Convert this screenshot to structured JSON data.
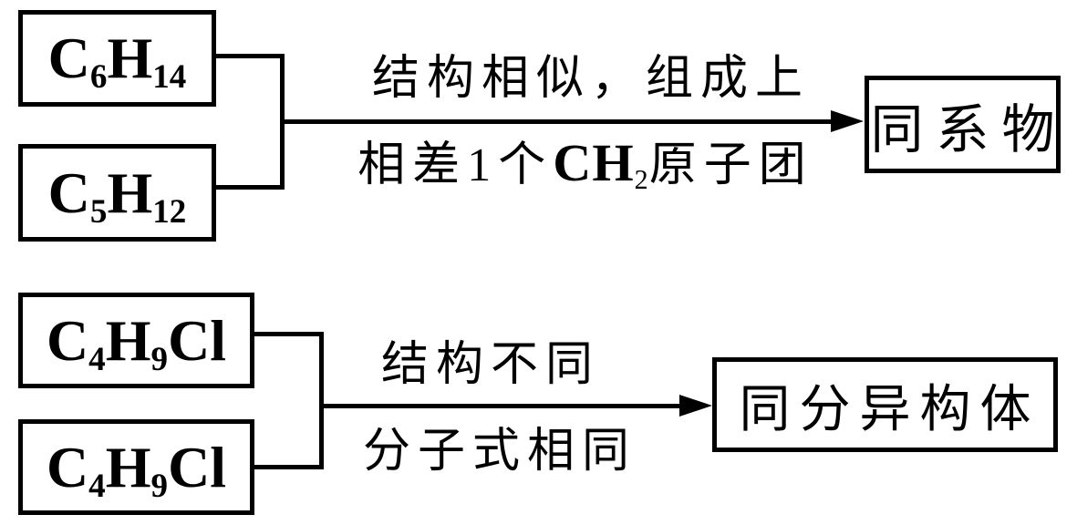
{
  "colors": {
    "ink": "#000000",
    "background": "#ffffff"
  },
  "top": {
    "boxes": [
      {
        "f1": "C",
        "s1": "6",
        "f2": "H",
        "s2": "14"
      },
      {
        "f1": "C",
        "s1": "5",
        "f2": "H",
        "s2": "12"
      }
    ],
    "label_line1": "结构相似，组成上",
    "label_line2_zh1": "相差1个",
    "label_line2_latin": "CH",
    "label_line2_sub": "2",
    "label_line2_zh2": "原子团",
    "result": "同系物"
  },
  "bottom": {
    "boxes": [
      {
        "f1": "C",
        "s1": "4",
        "f2": "H",
        "s2": "9",
        "f3": "Cl"
      },
      {
        "f1": "C",
        "s1": "4",
        "f2": "H",
        "s2": "9",
        "f3": "Cl"
      }
    ],
    "label_line1": "结构不同",
    "label_line2": "分子式相同",
    "result": "同分异构体"
  }
}
